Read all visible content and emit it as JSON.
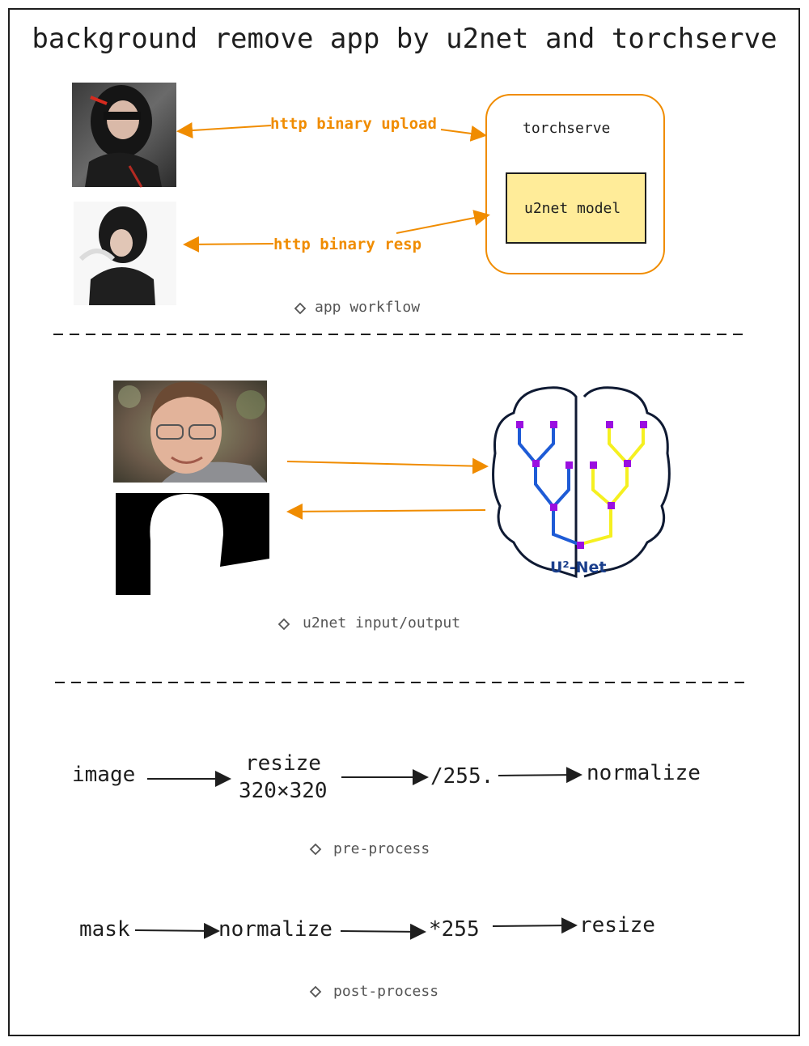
{
  "title": "background remove app by u2net and torchserve",
  "section1": {
    "upload_label": "http binary upload",
    "resp_label": "http binary resp",
    "server_label": "torchserve",
    "model_label": "u2net model",
    "caption": "app workflow"
  },
  "section2": {
    "network_label": "U²-Net",
    "caption": "u2net input/output"
  },
  "preprocess": {
    "steps": [
      "image",
      "resize",
      "320×320",
      "/255.",
      "normalize"
    ],
    "caption": "pre-process"
  },
  "postprocess": {
    "steps": [
      "mask",
      "normalize",
      "*255",
      "resize"
    ],
    "caption": "post-process"
  },
  "colors": {
    "accent": "#f08c00",
    "model_fill": "#ffec99",
    "ink": "#1e1e1e",
    "branch_blue": "#1e5bd6",
    "branch_yellow": "#f5f020",
    "node_purple": "#9a0fe0"
  }
}
